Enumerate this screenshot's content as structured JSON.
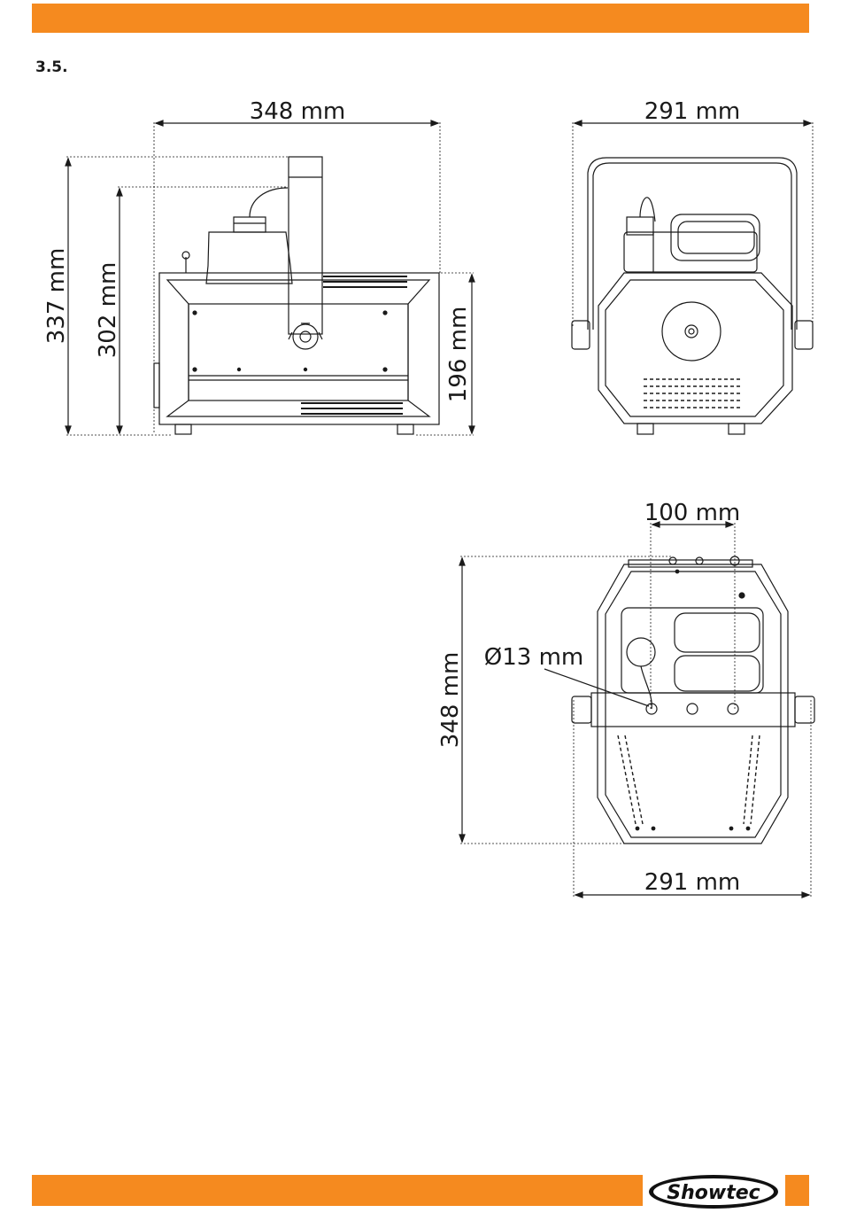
{
  "colors": {
    "accent": "#f58a1f",
    "line": "#1a1a1a"
  },
  "header": {
    "section_number": "3.5."
  },
  "side_view": {
    "width": "348 mm",
    "height_total": "337 mm",
    "height_tank": "302 mm",
    "height_body": "196 mm"
  },
  "front_view": {
    "width": "291 mm"
  },
  "bottom_view": {
    "hole_spacing": "100 mm",
    "hole_diameter": "Ø13 mm",
    "depth": "348 mm",
    "width": "291 mm"
  },
  "footer": {
    "brand": "Showtec"
  }
}
